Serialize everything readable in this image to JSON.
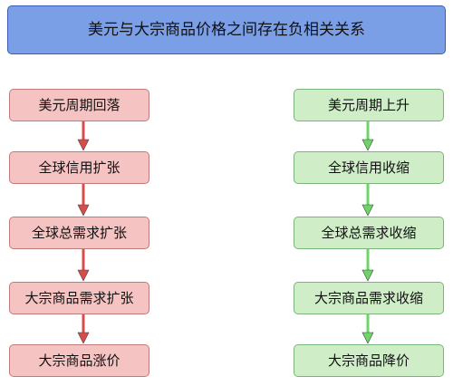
{
  "title": "美元与大宗商品价格之间存在负相关关系",
  "left_chain": {
    "color": "#d94c4c",
    "items": [
      "美元周期回落",
      "全球信用扩张",
      "全球总需求扩张",
      "大宗商品需求扩张",
      "大宗商品涨价"
    ]
  },
  "right_chain": {
    "color": "#6fd46a",
    "items": [
      "美元周期上升",
      "全球信用收缩",
      "全球总需求收缩",
      "大宗商品需求收缩",
      "大宗商品降价"
    ]
  }
}
